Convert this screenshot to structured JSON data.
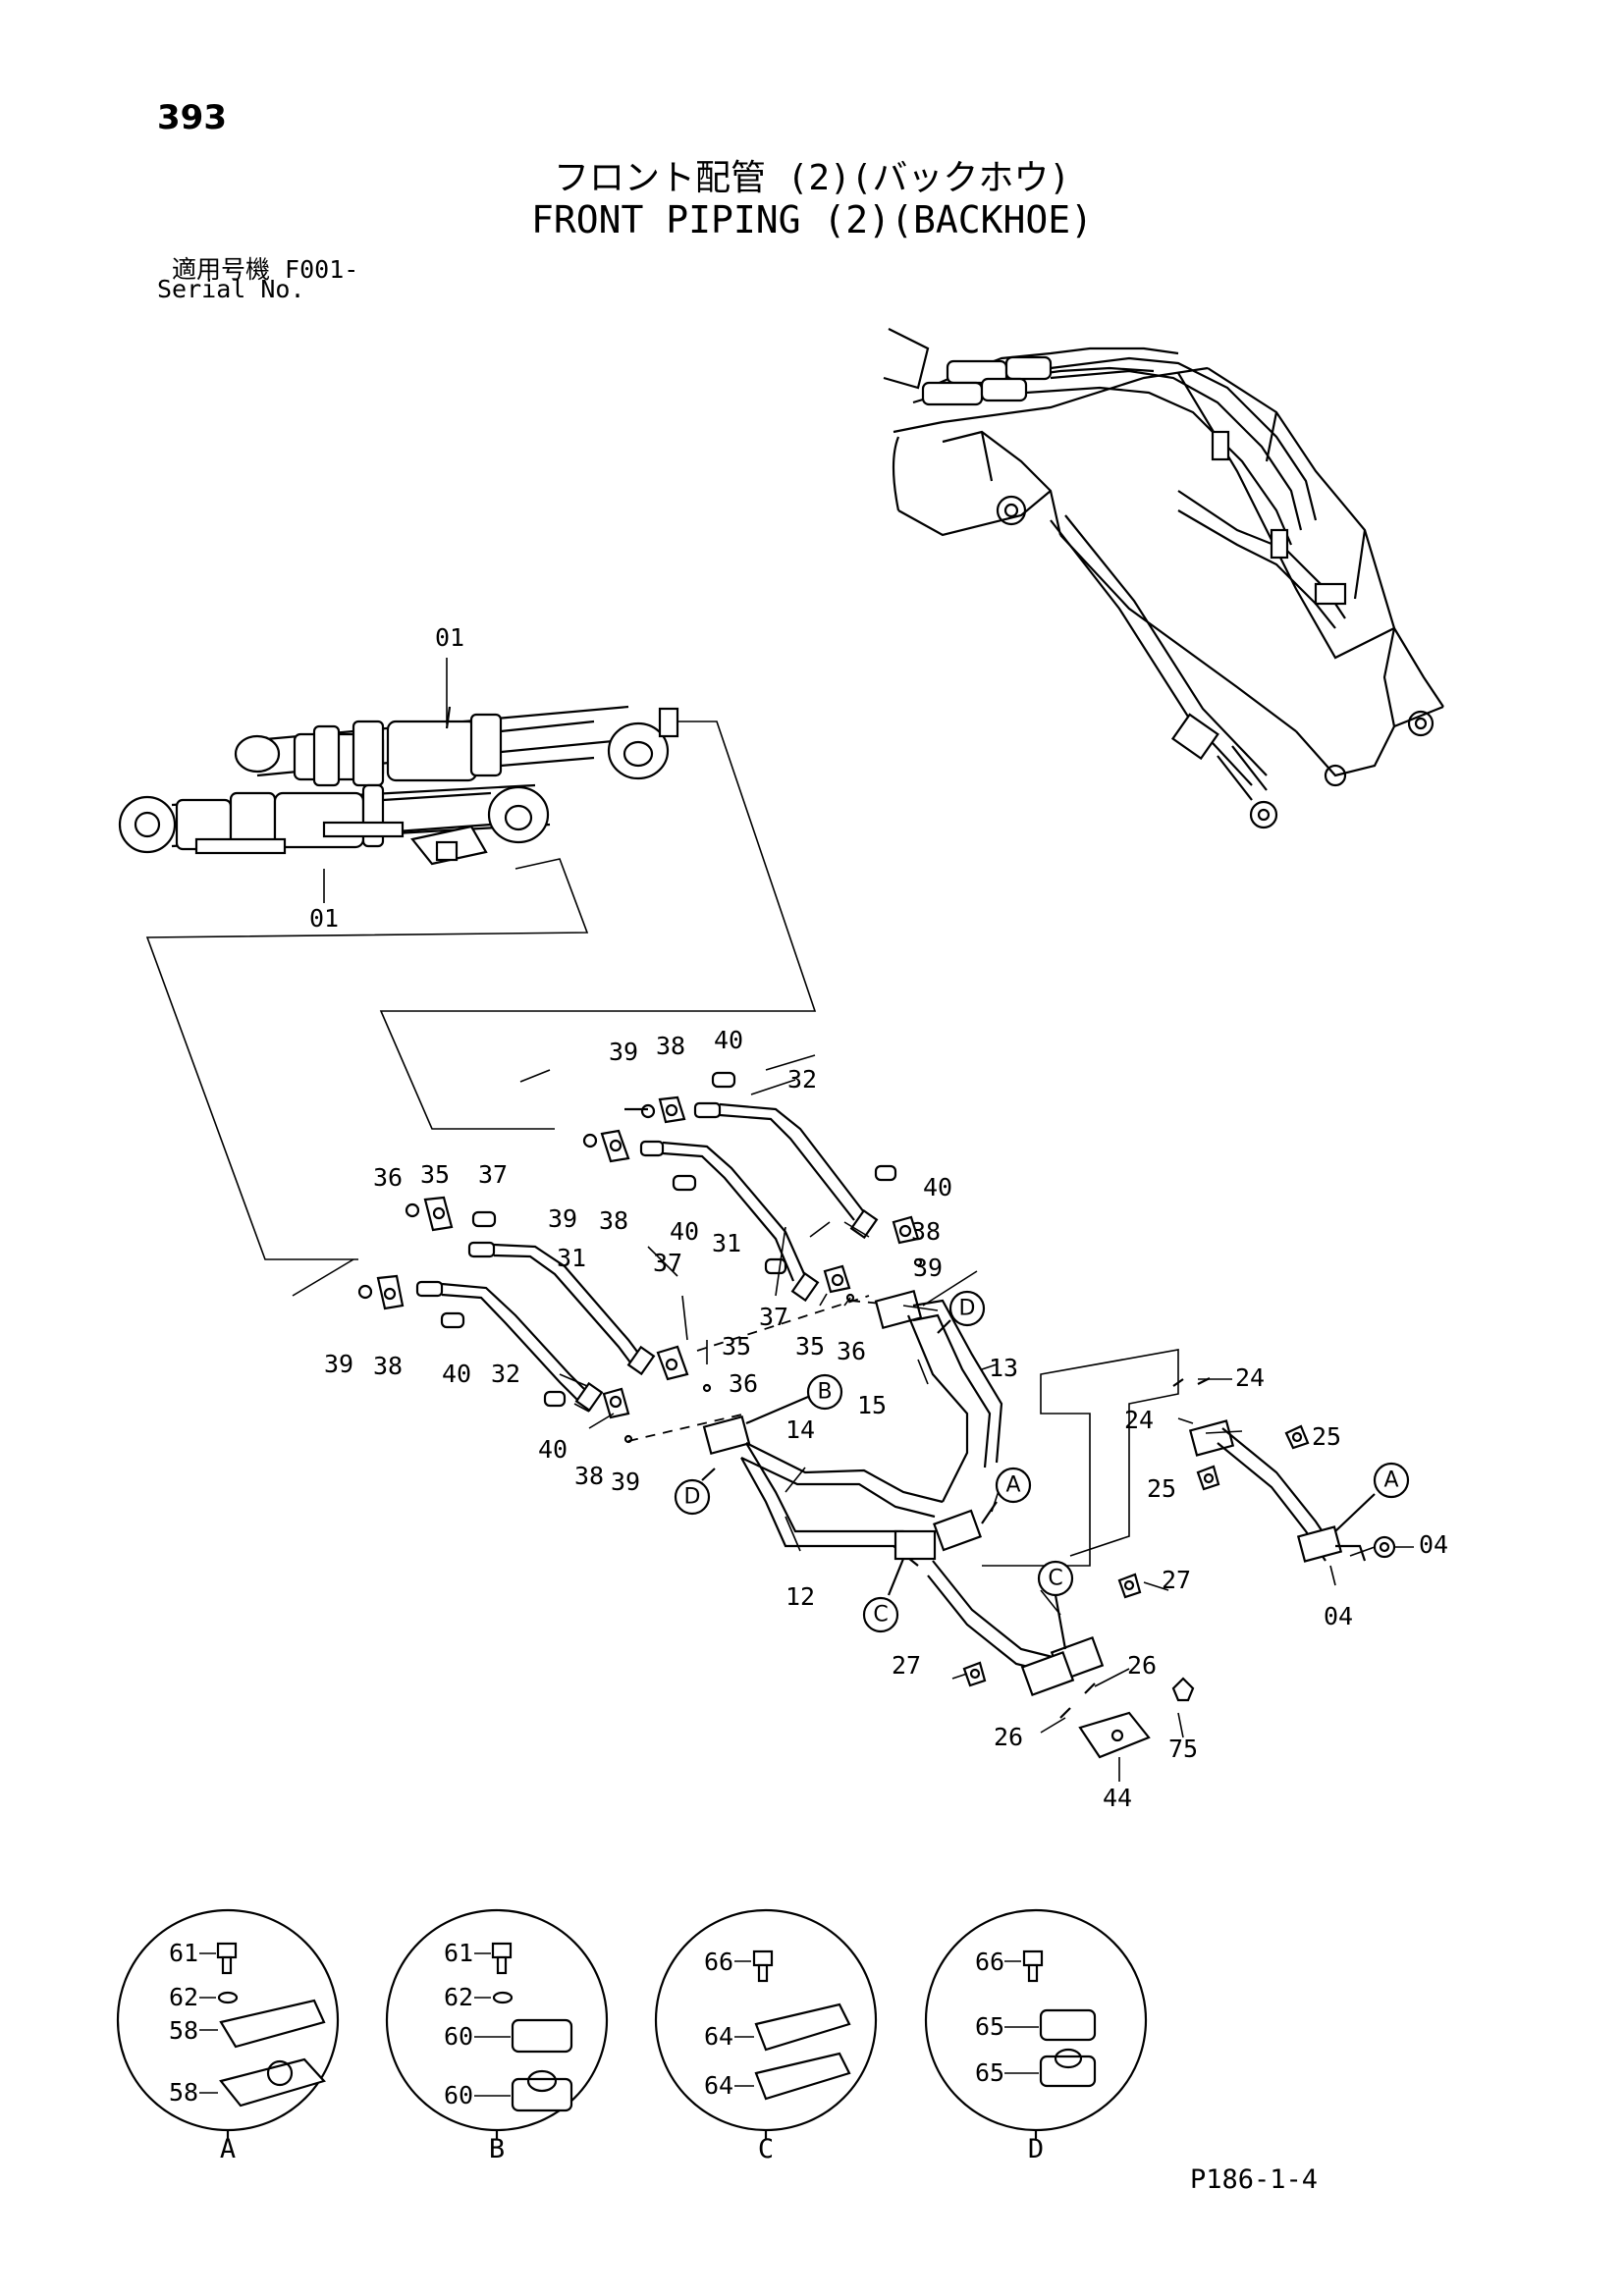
{
  "header": {
    "page_number": "393",
    "title_jp": "フロント配管 (2)(バックホウ)",
    "title_en": "FRONT PIPING (2)(BACKHOE)",
    "serial_jp": "適用号機 F001-",
    "serial_en": "Serial No."
  },
  "callouts": {
    "c01a": "01",
    "c01b": "01",
    "c39a": "39",
    "c38a": "38",
    "c40a": "40",
    "c32a": "32",
    "c36a": "36",
    "c35a": "35",
    "c37a": "37",
    "c39b": "39",
    "c38b": "38",
    "c40b": "40",
    "c31a": "31",
    "c40c": "40",
    "c38c": "38",
    "c39c": "39",
    "c31b": "31",
    "c37b": "37",
    "c37c": "37",
    "c35b": "35",
    "c36b": "36",
    "c35c": "35",
    "c36c": "36",
    "c39d": "39",
    "c38d": "38",
    "c40d": "40",
    "c32b": "32",
    "c40e": "40",
    "c38e": "38",
    "c39e": "39",
    "c13": "13",
    "c15": "15",
    "c14": "14",
    "c12": "12",
    "c24a": "24",
    "c24b": "24",
    "c25a": "25",
    "c25b": "25",
    "c04a": "04",
    "c04b": "04",
    "c27a": "27",
    "c27b": "27",
    "c26a": "26",
    "c26b": "26",
    "c75": "75",
    "c44": "44"
  },
  "refs": {
    "A": "A",
    "B": "B",
    "C": "C",
    "D": "D"
  },
  "details": {
    "A": {
      "label": "A",
      "parts": [
        "61",
        "62",
        "58",
        "58"
      ]
    },
    "B": {
      "label": "B",
      "parts": [
        "61",
        "62",
        "60",
        "60"
      ]
    },
    "C": {
      "label": "C",
      "parts": [
        "66",
        "64",
        "64"
      ]
    },
    "D": {
      "label": "D",
      "parts": [
        "66",
        "65",
        "65"
      ]
    }
  },
  "footer": {
    "sheet_code": "P186-1-4"
  }
}
